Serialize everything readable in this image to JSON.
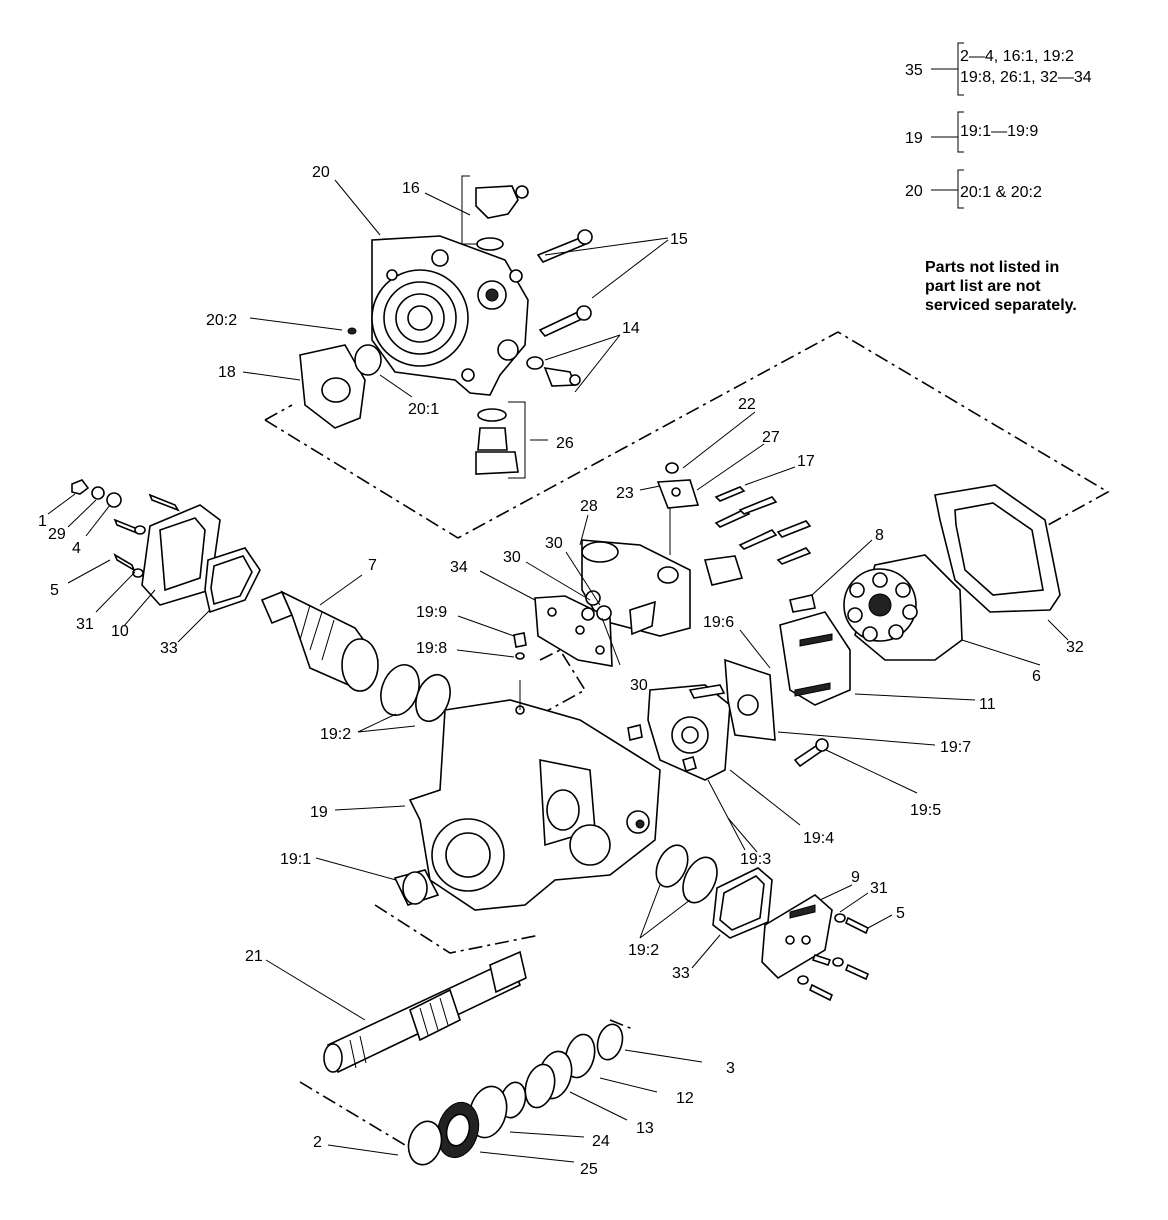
{
  "kits": [
    {
      "ref": "35",
      "lines": [
        "2—4, 16:1, 19:2",
        "19:8, 26:1, 32—34"
      ]
    },
    {
      "ref": "19",
      "lines": [
        "19:1—19:9"
      ]
    },
    {
      "ref": "20",
      "lines": [
        "20:1 & 20:2"
      ]
    }
  ],
  "note": [
    "Parts not listed in",
    "part list are not",
    "serviced separately."
  ],
  "labels": {
    "l20": "20",
    "l16": "16",
    "l15": "15",
    "l14": "14",
    "l20_2": "20:2",
    "l18": "18",
    "l20_1": "20:1",
    "l26": "26",
    "l22": "22",
    "l27": "27",
    "l17": "17",
    "l23": "23",
    "l28": "28",
    "l8": "8",
    "l1": "1",
    "l29": "29",
    "l4": "4",
    "l5a": "5",
    "l31a": "31",
    "l10": "10",
    "l33a": "33",
    "l7": "7",
    "l34": "34",
    "l30a": "30",
    "l30b": "30",
    "l30c": "30",
    "l19_9": "19:9",
    "l19_8": "19:8",
    "l19_6": "19:6",
    "l32": "32",
    "l6": "6",
    "l11": "11",
    "l19_2a": "19:2",
    "l19_7": "19:7",
    "l19": "19",
    "l19_5": "19:5",
    "l19_4": "19:4",
    "l19_1": "19:1",
    "l19_3": "19:3",
    "l9": "9",
    "l31b": "31",
    "l5b": "5",
    "l19_2b": "19:2",
    "l33b": "33",
    "l21": "21",
    "l3": "3",
    "l12": "12",
    "l13": "13",
    "l24": "24",
    "l2": "2",
    "l25": "25"
  }
}
